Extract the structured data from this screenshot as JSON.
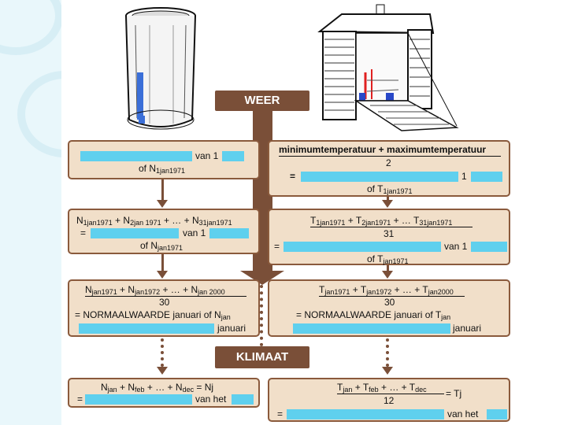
{
  "headers": {
    "weer": "WEER",
    "klimaat": "KLIMAAT"
  },
  "left": {
    "b1": {
      "l1": "van 1",
      "l2": "of N",
      "l2sub": "1jan1971"
    },
    "b2": {
      "num_a": "N",
      "num_a_sub": "1jan1971",
      "num_b": " + N",
      "num_b_sub": "2jan 1971",
      "num_c": " + … + N",
      "num_c_sub": "31jan1971",
      "eq": "=",
      "l2": "van 1",
      "l3": "of N",
      "l3sub": "jan1971"
    },
    "b3": {
      "num_a": "N",
      "num_a_sub": "jan1971",
      "num_b": " + N",
      "num_b_sub": "jan1972",
      "num_c": " + … + N",
      "num_c_sub": "jan 2000",
      "den": "30",
      "l3": "= NORMAALWAARDE januari of N",
      "l3sub": "jan",
      "l4": "januari"
    },
    "b4": {
      "num_a": "N",
      "num_a_sub": "jan",
      "num_b": " + N",
      "num_b_sub": "feb",
      "num_c": " + … + N",
      "num_c_sub": "dec",
      "num_d": " = Nj",
      "eq": "=",
      "l2": "van het"
    }
  },
  "right": {
    "b1": {
      "num": "minimumtemperatuur + maximumtemperatuur",
      "den": "2",
      "eq": "=",
      "l2": "1",
      "l3": "of T",
      "l3sub": "1jan1971"
    },
    "b2": {
      "num_a": "T",
      "num_a_sub": "1jan1971",
      "num_b": " + T",
      "num_b_sub": "2jan1971",
      "num_c": " + … T",
      "num_c_sub": "31jan1971",
      "den": "31",
      "eq": "=",
      "l3": "van 1",
      "l4": "of T",
      "l4sub": "jan1971"
    },
    "b3": {
      "num_a": "T",
      "num_a_sub": "jan1971",
      "num_b": " + T",
      "num_b_sub": "jan1972",
      "num_c": " + … + T",
      "num_c_sub": "jan2000",
      "den": "30",
      "l3": "= NORMAALWAARDE januari of T",
      "l3sub": "jan",
      "l4": "januari"
    },
    "b4": {
      "num_a": "T",
      "num_a_sub": "jan",
      "num_b": " + T",
      "num_b_sub": "feb",
      "num_c": " + … + T",
      "num_c_sub": "dec",
      "tail": "= Tj",
      "den": "12",
      "eq": "=",
      "l3": "van het"
    }
  }
}
